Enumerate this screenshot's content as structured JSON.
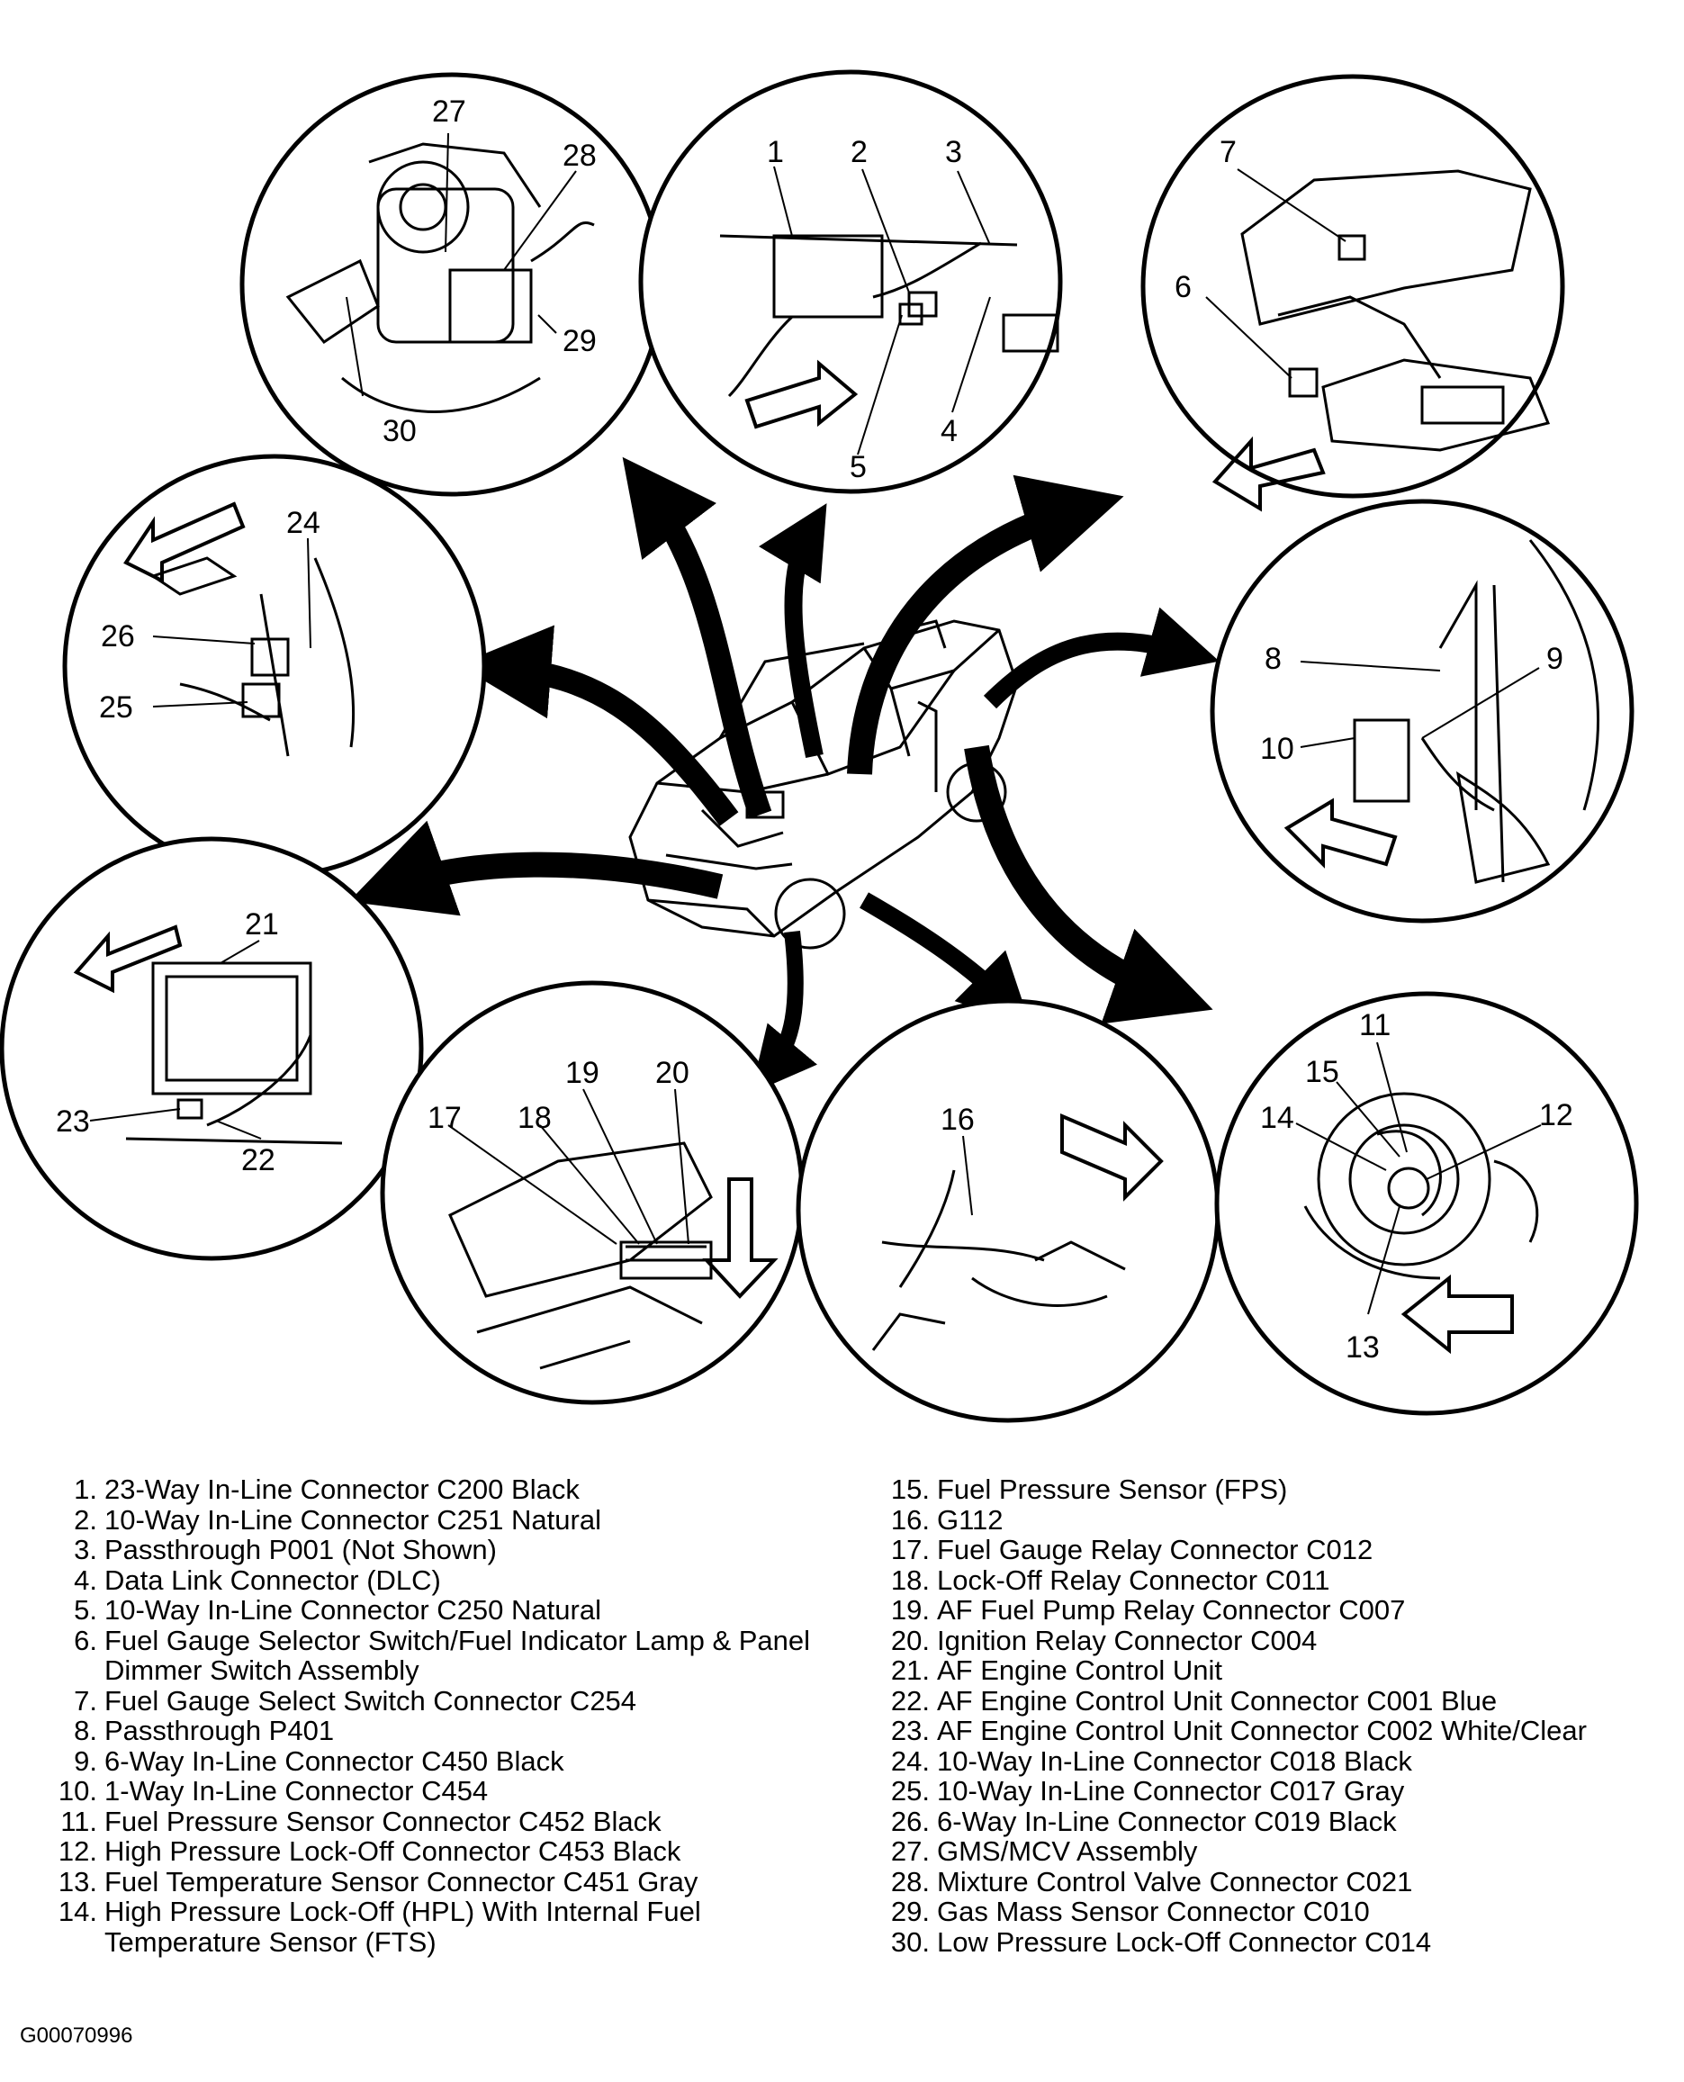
{
  "figure_id": "G00070996",
  "callouts": [
    "1",
    "2",
    "3",
    "4",
    "5",
    "6",
    "7",
    "8",
    "9",
    "10",
    "11",
    "12",
    "13",
    "14",
    "15",
    "16",
    "17",
    "18",
    "19",
    "20",
    "21",
    "22",
    "23",
    "24",
    "25",
    "26",
    "27",
    "28",
    "29",
    "30"
  ],
  "legend_left": [
    {
      "num": "1.",
      "text": "23-Way In-Line Connector C200 Black"
    },
    {
      "num": "2.",
      "text": "10-Way In-Line Connector C251 Natural"
    },
    {
      "num": "3.",
      "text": "Passthrough P001 (Not Shown)"
    },
    {
      "num": "4.",
      "text": "Data Link Connector (DLC)"
    },
    {
      "num": "5.",
      "text": "10-Way In-Line Connector C250 Natural"
    },
    {
      "num": "6.",
      "text": "Fuel Gauge Selector Switch/Fuel Indicator Lamp & Panel Dimmer Switch Assembly"
    },
    {
      "num": "7.",
      "text": "Fuel Gauge Select Switch Connector C254"
    },
    {
      "num": "8.",
      "text": "Passthrough P401"
    },
    {
      "num": "9.",
      "text": "6-Way In-Line Connector C450 Black"
    },
    {
      "num": "10.",
      "text": "1-Way In-Line Connector C454"
    },
    {
      "num": "11.",
      "text": "Fuel Pressure Sensor Connector C452 Black"
    },
    {
      "num": "12.",
      "text": "High Pressure Lock-Off Connector C453 Black"
    },
    {
      "num": "13.",
      "text": "Fuel Temperature Sensor Connector C451 Gray"
    },
    {
      "num": "14.",
      "text": "High Pressure Lock-Off (HPL) With Internal Fuel Temperature Sensor (FTS)"
    }
  ],
  "legend_right": [
    {
      "num": "15.",
      "text": "Fuel Pressure Sensor (FPS)"
    },
    {
      "num": "16.",
      "text": "G112"
    },
    {
      "num": "17.",
      "text": "Fuel Gauge Relay Connector C012"
    },
    {
      "num": "18.",
      "text": "Lock-Off Relay Connector C011"
    },
    {
      "num": "19.",
      "text": "AF Fuel Pump Relay Connector C007"
    },
    {
      "num": "20.",
      "text": "Ignition Relay Connector C004"
    },
    {
      "num": "21.",
      "text": "AF Engine Control Unit"
    },
    {
      "num": "22.",
      "text": "AF Engine Control Unit Connector C001 Blue"
    },
    {
      "num": "23.",
      "text": "AF Engine Control Unit Connector C002 White/Clear"
    },
    {
      "num": "24.",
      "text": "10-Way In-Line Connector C018 Black"
    },
    {
      "num": "25.",
      "text": "10-Way In-Line Connector C017 Gray"
    },
    {
      "num": "26.",
      "text": "6-Way In-Line Connector C019 Black"
    },
    {
      "num": "27.",
      "text": "GMS/MCV Assembly"
    },
    {
      "num": "28.",
      "text": "Mixture Control Valve Connector C021"
    },
    {
      "num": "29.",
      "text": "Gas Mass Sensor Connector C010"
    },
    {
      "num": "30.",
      "text": "Low Pressure Lock-Off Connector C014"
    }
  ]
}
